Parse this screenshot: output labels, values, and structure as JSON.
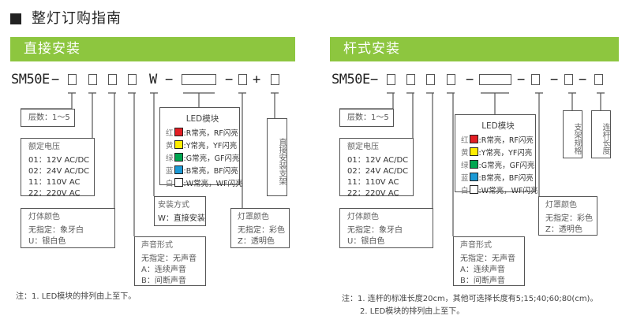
{
  "title": {
    "icon": "black-square-icon",
    "text": "整灯订购指南"
  },
  "accent_color": "#8dc63f",
  "led_colors": {
    "red": "#e31e24",
    "yellow": "#ffed00",
    "green": "#00a650",
    "blue": "#1c9ad6",
    "white": "#ffffff"
  },
  "direct": {
    "section": "直接安装",
    "code": {
      "prefix": "SM50E",
      "dash": "−",
      "w": "W",
      "plus": "+"
    },
    "layers": "层数：1～5",
    "voltage": {
      "title": "额定电压",
      "items": [
        "01：12V  AC/DC",
        "02：24V  AC/DC",
        "11：110V  AC",
        "22：220V  AC"
      ]
    },
    "body_color": {
      "title": "灯体颜色",
      "items": [
        "无指定：象牙白",
        "U：银白色"
      ]
    },
    "led": {
      "title": "LED模块",
      "rows": [
        {
          "color_name": "红",
          "text": ":R常亮，RF闪亮"
        },
        {
          "color_name": "黄",
          "text": ":Y常亮，YF闪亮"
        },
        {
          "color_name": "绿",
          "text": ":G常亮，GF闪亮"
        },
        {
          "color_name": "蓝",
          "text": ":B常亮，BF闪亮"
        },
        {
          "color_name": "白",
          "text": ":W常亮，WF闪亮"
        }
      ]
    },
    "mount": {
      "title": "安装方式",
      "items": [
        "W：直接安装"
      ]
    },
    "sound": {
      "title": "声音形式",
      "items": [
        "无指定：无声音",
        "A：连续声音",
        "B：间断声音"
      ]
    },
    "cover_color": {
      "title": "灯罩颜色",
      "items": [
        "无指定：彩色",
        "Z：透明色"
      ]
    },
    "bracket": "直接安装支架",
    "notes": [
      "注：1. LED模块的排列由上至下。"
    ]
  },
  "pole": {
    "section": "杆式安装",
    "code": {
      "prefix": "SM50E",
      "dash": "−"
    },
    "layers": "层数：1～5",
    "voltage": {
      "title": "额定电压",
      "items": [
        "01：12V  AC/DC",
        "02：24V  AC/DC",
        "11：110V  AC",
        "22：220V  AC"
      ]
    },
    "body_color": {
      "title": "灯体颜色",
      "items": [
        "无指定：象牙白",
        "U：银白色"
      ]
    },
    "led": {
      "title": "LED模块",
      "rows": [
        {
          "color_name": "红",
          "text": ":R常亮，RF闪亮"
        },
        {
          "color_name": "黄",
          "text": ":Y常亮，YF闪亮"
        },
        {
          "color_name": "绿",
          "text": ":G常亮，GF闪亮"
        },
        {
          "color_name": "蓝",
          "text": ":B常亮，BF闪亮"
        },
        {
          "color_name": "白",
          "text": ":W常亮，WF闪亮"
        }
      ]
    },
    "sound": {
      "title": "声音形式",
      "items": [
        "无指定：无声音",
        "A：连续声音",
        "B：间断声音"
      ]
    },
    "cover_color": {
      "title": "灯罩颜色",
      "items": [
        "无指定：彩色",
        "Z：透明色"
      ]
    },
    "bracket": "支架规格",
    "rod": "连杆长度",
    "notes": [
      "注：1. 连杆的标准长度20cm，其他可选择长度有5;15;40;60;80(cm)。",
      "2. LED模块的排列由上至下。"
    ]
  }
}
